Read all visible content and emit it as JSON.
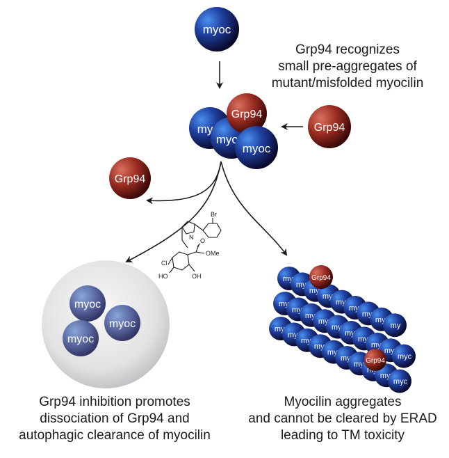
{
  "labels": {
    "myoc": "myoc",
    "grp94": "Grp94",
    "myc": "myc",
    "my": "my",
    "chem_br": "Br",
    "chem_n": "N",
    "chem_cl": "Cl",
    "chem_ome": "OMe",
    "chem_o": "O",
    "chem_ho": "HO",
    "chem_oh": "OH"
  },
  "captions": {
    "top": [
      "Grp94 recognizes",
      "small pre-aggregates of",
      "mutant/misfolded myocilin"
    ],
    "left": [
      "Grp94 inhibition promotes",
      "dissociation of Grp94 and",
      "autophagic clearance of myocilin"
    ],
    "right": [
      "Myocilin aggregates",
      "and cannot be cleared by ERAD",
      "leading to TM toxicity"
    ]
  },
  "colors": {
    "myoc_light": "#3d7fe0",
    "myoc_dark": "#0c0a33",
    "grp94_light": "#c7584a",
    "grp94_dark": "#3e0a08",
    "vesicle": "#d9d9db",
    "arrow": "#1a1a1a"
  }
}
